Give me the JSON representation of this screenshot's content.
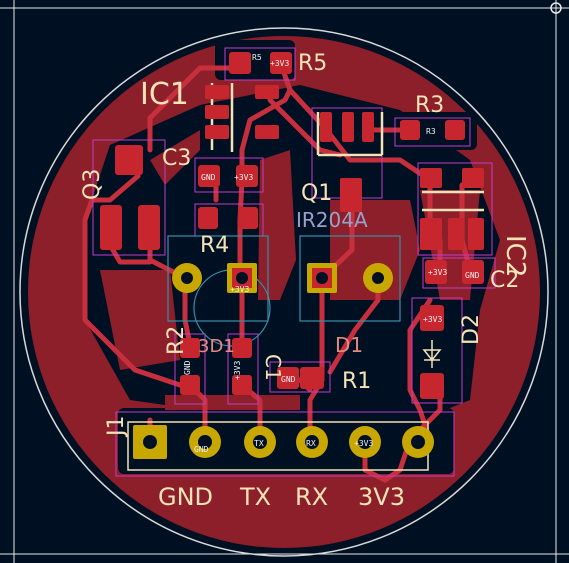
{
  "colors": {
    "background": "#001023",
    "board_edge": "#d9d9d9",
    "copper_fill": "#8c1f2a",
    "trace": "#c82f3d",
    "pad": "#c8262e",
    "th_ring": "#c8a800",
    "silk": "#f4e3b6",
    "courtyard": "#c43cc4",
    "fab_cyan": "#3a8eaa"
  },
  "components": {
    "r5": {
      "label": "R5",
      "pad_label": "+3V3",
      "inner": "R5"
    },
    "ic1": {
      "label": "IC1"
    },
    "r3": {
      "label": "R3",
      "inner": "R3"
    },
    "c3": {
      "label": "C3",
      "pad_left": "GND",
      "pad_right": "+3V3"
    },
    "q3": {
      "label": "Q3"
    },
    "q1": {
      "label": "Q1",
      "mirror": "IR204A"
    },
    "ic2": {
      "label": "IC2"
    },
    "r4": {
      "label": "R4"
    },
    "c2": {
      "label": "C2",
      "pad_top": "+3V3",
      "pad_bottom": "GND"
    },
    "d1": {
      "label": "D1",
      "pad_label": "+3V3"
    },
    "d2": {
      "label": "D2",
      "pad_label": "+3V3"
    },
    "r2": {
      "label": "R2",
      "pad_label": "GND"
    },
    "c1": {
      "label": "C1",
      "pad_label": "+3V3"
    },
    "r1": {
      "label": "R1",
      "pad_label": "GND"
    },
    "j1": {
      "label": "J1",
      "pin2_label": "GND",
      "pin3_label": "TX",
      "pin4_label": "RX",
      "pin5_label": "+3V3"
    }
  },
  "connector_labels": [
    "GND",
    "TX",
    "RX",
    "3V3"
  ],
  "bottom_silk": "3D1"
}
